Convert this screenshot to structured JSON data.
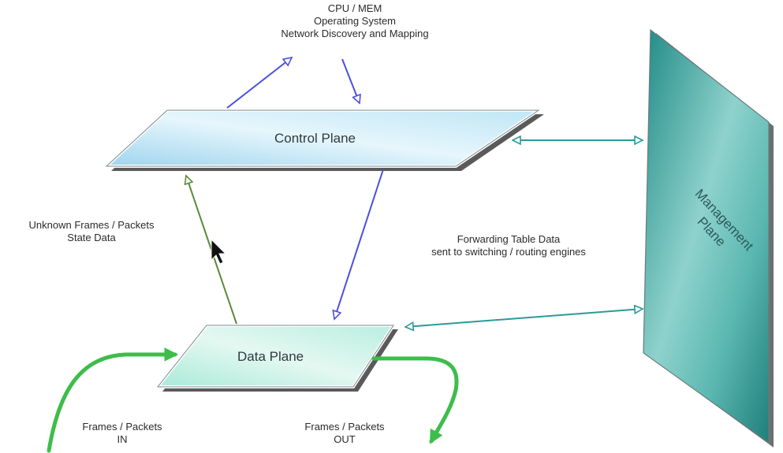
{
  "top_labels": [
    "CPU / MEM",
    "Operating System",
    "Network Discovery and Mapping"
  ],
  "control_plane": {
    "label": "Control Plane"
  },
  "data_plane": {
    "label": "Data Plane"
  },
  "management_plane": {
    "line1": "Management",
    "line2": "Plane"
  },
  "left_labels": [
    "Unknown Frames / Packets",
    "State Data"
  ],
  "right_labels": [
    "Forwarding Table Data",
    "sent to switching / routing engines"
  ],
  "in_labels": [
    "Frames / Packets",
    "IN"
  ],
  "out_labels": [
    "Frames / Packets",
    "OUT"
  ],
  "colors": {
    "control_arrows": "#4b4fe0",
    "state_arrow": "#5a8a3a",
    "mgmt_arrows": "#2a9a9a",
    "traffic_arrows": "#3dbd4a",
    "management_fill": "#2a8f8c"
  }
}
